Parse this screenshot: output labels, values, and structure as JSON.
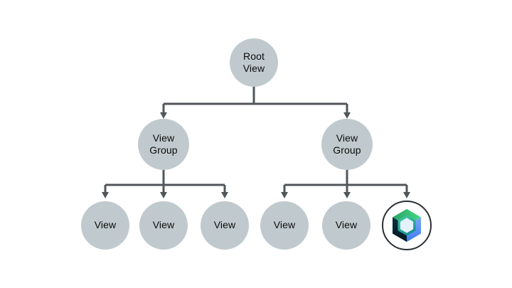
{
  "diagram": {
    "type": "tree",
    "description": "View hierarchy tree with a Jetpack Compose node",
    "nodes": {
      "root": {
        "label": "Root\nView"
      },
      "group_left": {
        "label": "View\nGroup"
      },
      "group_right": {
        "label": "View\nGroup"
      },
      "view_l1": {
        "label": "View"
      },
      "view_l2": {
        "label": "View"
      },
      "view_l3": {
        "label": "View"
      },
      "view_r1": {
        "label": "View"
      },
      "view_r2": {
        "label": "View"
      },
      "compose": {
        "icon": "jetpack-compose-logo"
      }
    },
    "edges": [
      [
        "root",
        "group_left"
      ],
      [
        "root",
        "group_right"
      ],
      [
        "group_left",
        "view_l1"
      ],
      [
        "group_left",
        "view_l2"
      ],
      [
        "group_left",
        "view_l3"
      ],
      [
        "group_right",
        "view_r1"
      ],
      [
        "group_right",
        "view_r2"
      ],
      [
        "group_right",
        "compose"
      ]
    ],
    "colors": {
      "background": "#FFFFFF",
      "node_fill": "#C0CACE",
      "connector": "#51565A",
      "label_text": "#0B0B0B",
      "compose_circle_bg": "#FFFFFF",
      "compose_circle_border": "#2A2F33",
      "compose_green_light": "#45D884",
      "compose_green_dark": "#28A463",
      "compose_blue_light": "#7BA8F5",
      "compose_blue_dark": "#3D7DF0",
      "compose_navy_top": "#0A3142",
      "compose_navy_bottom": "#041721",
      "compose_teal_light": "#43CFA2",
      "compose_teal_dark": "#1D8D92",
      "compose_core": "#E3F2FB"
    }
  }
}
